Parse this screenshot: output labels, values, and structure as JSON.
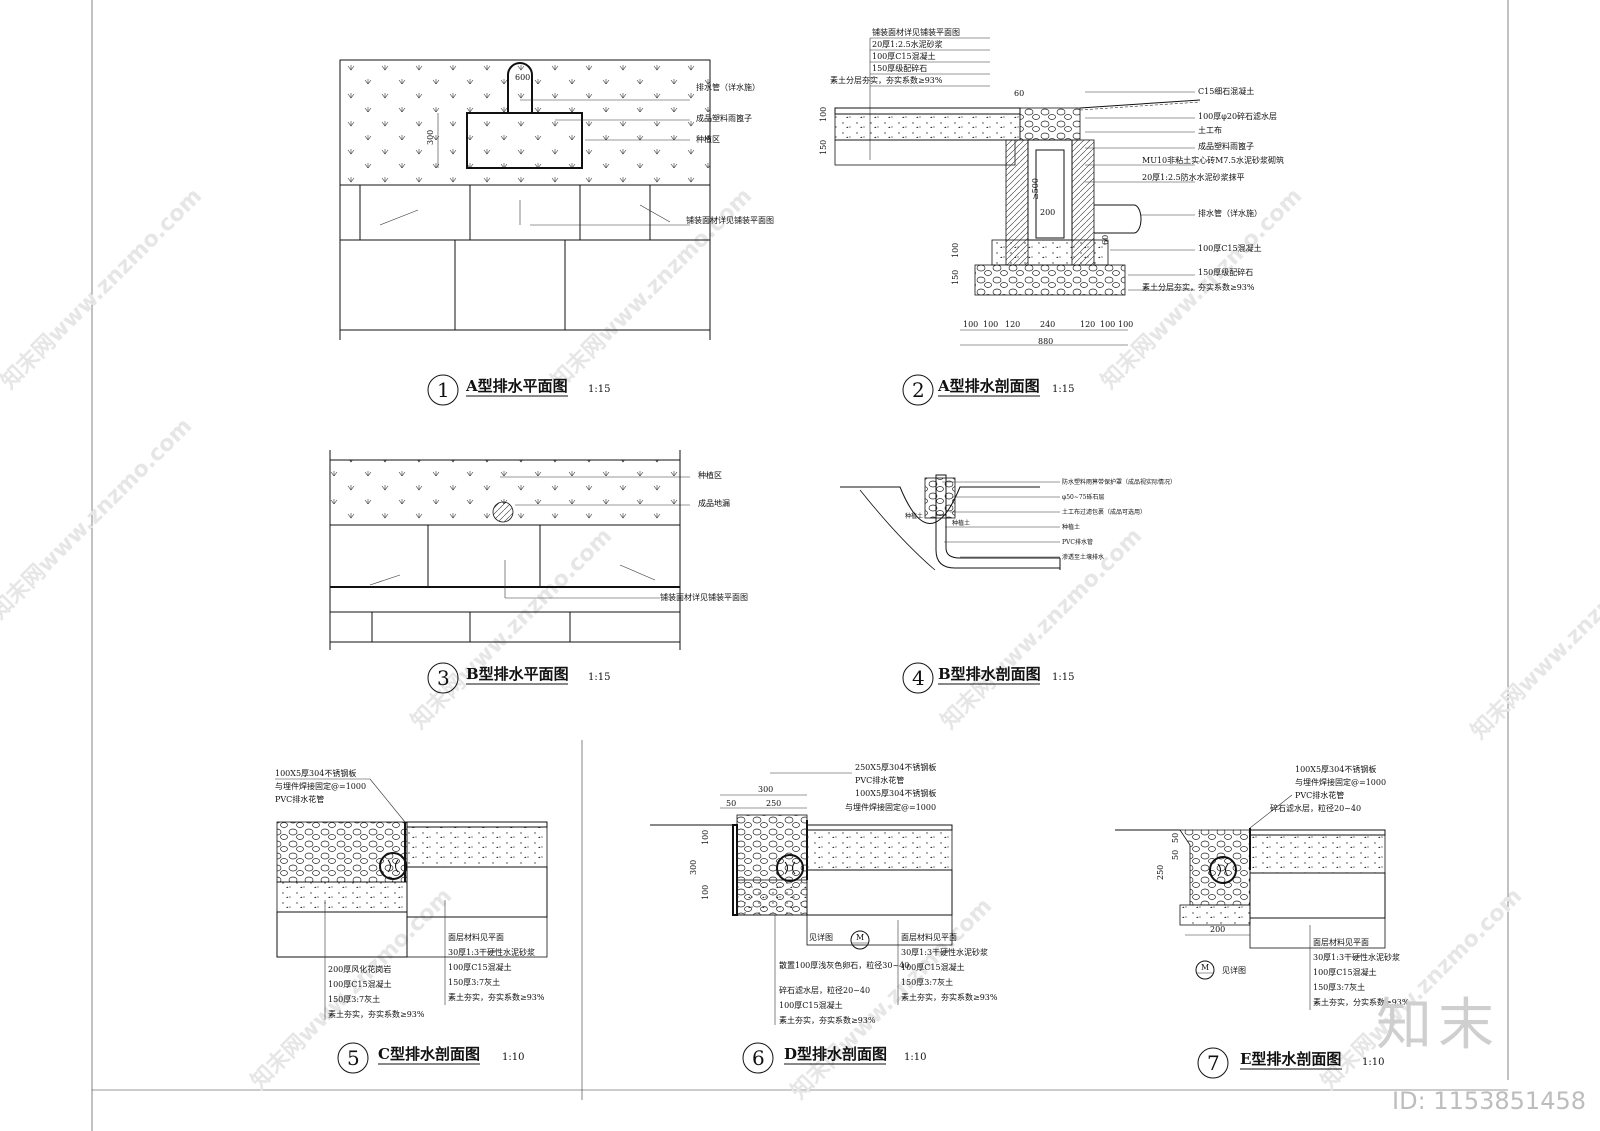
{
  "figures": [
    {
      "num": "1",
      "title": "A型排水平面图",
      "scale": "1:15"
    },
    {
      "num": "2",
      "title": "A型排水剖面图",
      "scale": "1:15"
    },
    {
      "num": "3",
      "title": "B型排水平面图",
      "scale": "1:15"
    },
    {
      "num": "4",
      "title": "B型排水剖面图",
      "scale": "1:15"
    },
    {
      "num": "5",
      "title": "C型排水剖面图",
      "scale": "1:10"
    },
    {
      "num": "6",
      "title": "D型排水剖面图",
      "scale": "1:10"
    },
    {
      "num": "7",
      "title": "E型排水剖面图",
      "scale": "1:10"
    }
  ],
  "fig1": {
    "dim_600": "600",
    "dim_300": "300",
    "labels": [
      "排水管（详水施）",
      "成品塑料雨篦子",
      "种植区",
      "铺装面材详见铺装平面图"
    ]
  },
  "fig2": {
    "top_labels": [
      "铺装面材详见铺装平面图",
      "20厚1:2.5水泥砂浆",
      "100厚C15混凝土",
      "150厚级配碎石",
      "素土分层夯实，夯实系数≥93%"
    ],
    "right_labels": [
      "C15细石混凝土",
      "100厚φ20碎石滤水层",
      "土工布",
      "成品塑料雨篦子",
      "MU10非粘土实心砖M7.5水泥砂浆砌筑",
      "20厚1:2.5防水水泥砂浆抹平",
      "排水管（详水施）",
      "100厚C15混凝土",
      "150厚级配碎石",
      "素土分层夯实，夯实系数≥93%"
    ],
    "dims_bottom": [
      "100",
      "100",
      "120",
      "240",
      "120",
      "100",
      "100"
    ],
    "dim_total": "880",
    "dims_left": [
      "100",
      "150",
      "100",
      "150"
    ],
    "dim_60a": "60",
    "dim_60b": "60",
    "dim_200": "200",
    "dim_500": "≥500"
  },
  "fig3": {
    "labels": [
      "种植区",
      "成品地漏",
      "铺装面材详见铺装平面图"
    ]
  },
  "fig4": {
    "labels": [
      "防水塑料雨箅带保护罩（成品视实际情况）",
      "φ50~75砾石层",
      "土工布过滤包裹（成品可选用）",
      "种植土",
      "PVC排水管",
      "渗透至土壤排水"
    ],
    "inner_labels": [
      "种植土",
      "种植土"
    ]
  },
  "fig5": {
    "top_labels": [
      "100X5厚304不锈钢板",
      "与埋件焊接固定@=1000",
      "PVC排水花管"
    ],
    "right_labels": [
      "面层材料见平面",
      "30厚1:3干硬性水泥砂浆",
      "100厚C15混凝土",
      "150厚3:7灰土",
      "素土夯实，夯实系数≥93%"
    ],
    "left_labels": [
      "200厚风化花岗岩",
      "100厚C15混凝土",
      "150厚3:7灰土",
      "素土夯实，夯实系数≥93%"
    ]
  },
  "fig6": {
    "top_labels": [
      "250X5厚304不锈钢板",
      "PVC排水花管",
      "100X5厚304不锈钢板",
      "与埋件焊接固定@=1000"
    ],
    "dims_top": [
      "300",
      "50",
      "250"
    ],
    "dims_left": [
      "100",
      "300",
      "100"
    ],
    "detail": "见详图",
    "marker": "M",
    "left_labels": [
      "散置100厚浅灰色卵石，粒径30~40",
      "碎石滤水层，粒径20~40",
      "100厚C15混凝土",
      "素土夯实，夯实系数≥93%"
    ],
    "right_labels": [
      "面层材料见平面",
      "30厚1:3干硬性水泥砂浆",
      "100厚C15混凝土",
      "150厚3:7灰土",
      "素土夯实，夯实系数≥93%"
    ]
  },
  "fig7": {
    "top_labels": [
      "100X5厚304不锈钢板",
      "与埋件焊接固定@=1000",
      "PVC排水花管",
      "碎石滤水层，粒径20~40"
    ],
    "dims_left": [
      "50",
      "50",
      "250"
    ],
    "dim_200": "200",
    "detail": "见详图",
    "marker": "M",
    "right_labels": [
      "面层材料见平面",
      "30厚1:3干硬性水泥砂浆",
      "100厚C15混凝土",
      "150厚3:7灰土",
      "素土夯实，分实系数≥93%"
    ]
  },
  "watermark": "知末网www.znzmo.com",
  "logo": "知末",
  "image_id": "ID: 1153851458"
}
